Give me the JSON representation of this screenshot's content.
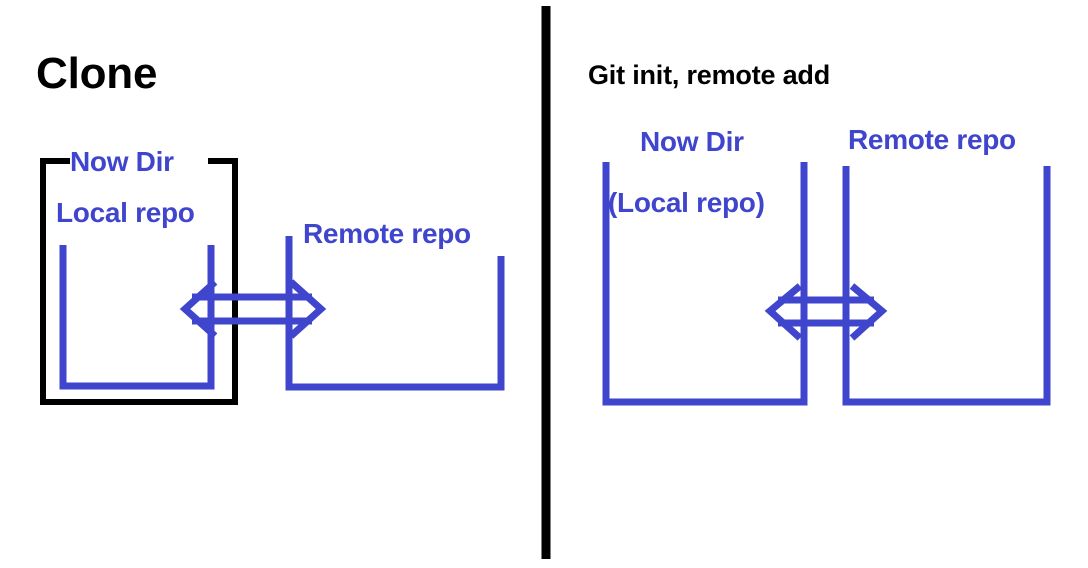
{
  "diagram": {
    "title": "Git workflow comparison: Clone vs Git init + remote add",
    "type": "concept-diagram",
    "background_color": "#FFFFFF",
    "accent_color": "#3F45CC",
    "outline_color": "#000000"
  },
  "panels": [
    {
      "id": "clone",
      "title": "Clone",
      "divider_side": "left",
      "shapes": [
        {
          "name": "now-dir-container",
          "style": "black-bracket-box-with-top-gap",
          "label": "Now Dir",
          "color": "#000000"
        },
        {
          "name": "local-repo-box",
          "style": "blue-open-top-u-shape",
          "label": "Local repo",
          "color": "#3F45CC"
        },
        {
          "name": "remote-repo-box",
          "style": "blue-open-top-u-shape",
          "label": "Remote repo",
          "color": "#3F45CC"
        }
      ],
      "connector": {
        "name": "bidirectional-double-arrow",
        "direction": "both",
        "style": "hollow-double-line",
        "color": "#3F45CC"
      }
    },
    {
      "id": "git-init-remote-add",
      "title": "Git init, remote add",
      "divider_side": "right",
      "shapes": [
        {
          "name": "now-dir-box",
          "style": "blue-open-top-u-shape",
          "label": "Now Dir",
          "sublabel": "(Local repo)",
          "color": "#3F45CC"
        },
        {
          "name": "remote-repo-box",
          "style": "blue-open-top-u-shape",
          "label": "Remote repo",
          "color": "#3F45CC"
        }
      ],
      "connector": {
        "name": "bidirectional-double-arrow",
        "direction": "both",
        "style": "hollow-double-line",
        "color": "#3F45CC"
      }
    }
  ],
  "labels": {
    "title_left": "Clone",
    "title_right": "Git init, remote add",
    "now_dir_left": "Now Dir",
    "local_repo": "Local repo",
    "remote_repo_left": "Remote repo",
    "now_dir_right": "Now Dir",
    "local_repo_paren": "(Local repo)",
    "remote_repo_right": "Remote repo"
  },
  "divider": {
    "name": "vertical-divider",
    "orientation": "vertical",
    "color": "#000000"
  }
}
